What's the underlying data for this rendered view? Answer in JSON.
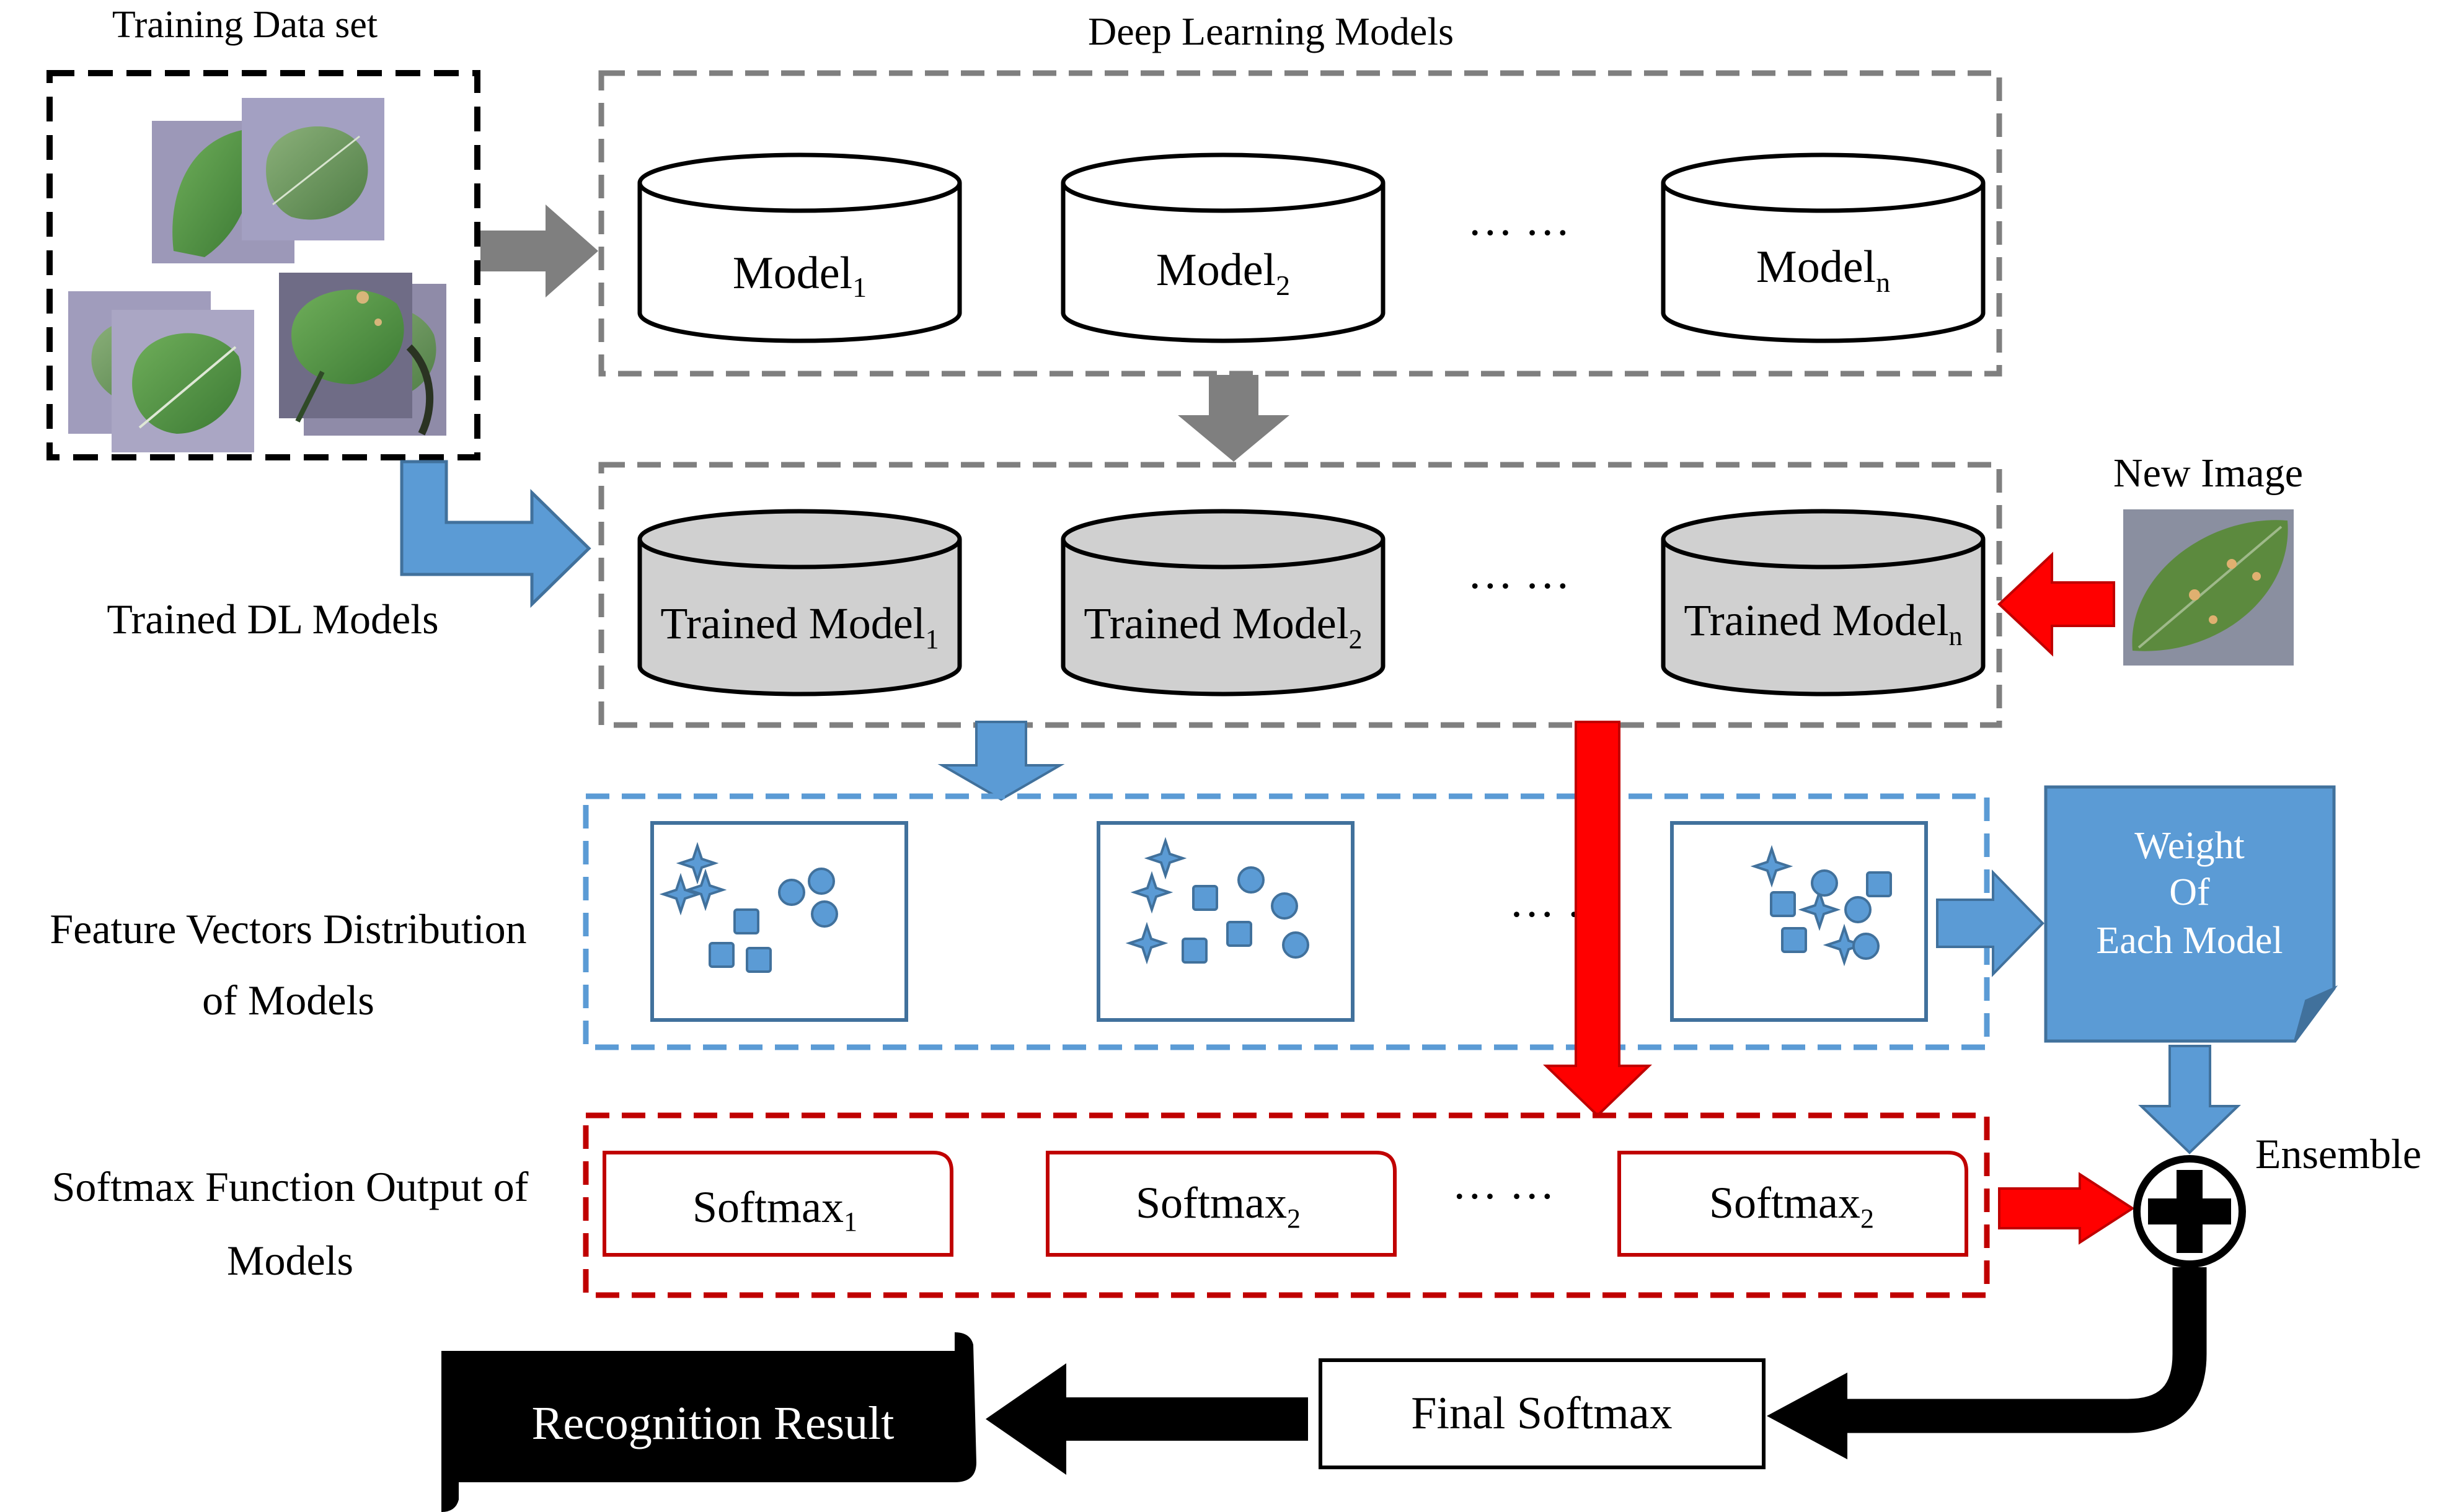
{
  "labels": {
    "training_data": "Training Data set",
    "deep_learning_models": "Deep Learning Models",
    "trained_dl_models": "Trained DL Models",
    "new_image": "New Image",
    "feature_vectors_line1": "Feature Vectors Distribution",
    "feature_vectors_line2": "of Models",
    "softmax_output_line1": "Softmax Function Output of",
    "softmax_output_line2": "Models",
    "weight_line1": "Weight",
    "weight_line2": "Of",
    "weight_line3": "Each Model",
    "ensemble": "Ensemble",
    "final_softmax": "Final Softmax",
    "recognition_result": "Recognition Result",
    "ellipsis": "··· ···",
    "ellipsis_short": "··· ··"
  },
  "models": [
    {
      "name": "Model",
      "sub": "1"
    },
    {
      "name": "Model",
      "sub": "2"
    },
    {
      "name": "Model",
      "sub": "n"
    }
  ],
  "trained_models": [
    {
      "name": "Trained Model",
      "sub": "1"
    },
    {
      "name": "Trained Model",
      "sub": "2"
    },
    {
      "name": "Trained Model",
      "sub": "n"
    }
  ],
  "softmax": [
    {
      "name": "Softmax",
      "sub": "1"
    },
    {
      "name": "Softmax",
      "sub": "2"
    },
    {
      "name": "Softmax",
      "sub": "2"
    }
  ],
  "colors": {
    "blue": "#5b9bd5",
    "blue_dark": "#41719c",
    "red": "#ff0000",
    "dark_red": "#c00000",
    "gray": "#7f7f7f",
    "cylinder_gray": "#d0d0d0",
    "black": "#000000"
  }
}
